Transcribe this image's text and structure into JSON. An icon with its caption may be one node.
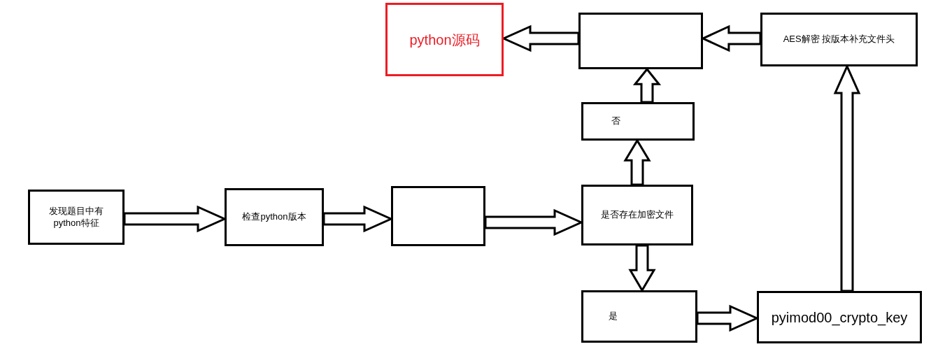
{
  "diagram": {
    "nodes": [
      {
        "text": [
          "发现题目中有python特征"
        ]
      },
      {
        "text": [
          "检查python版本"
        ]
      },
      {
        "text": [],
        "shape": "box"
      },
      {
        "text": [
          "是否存在加密文件"
        ]
      },
      {
        "text": [
          "否"
        ]
      },
      {
        "text": [],
        "shape": "box"
      },
      {
        "text": [
          "python源码"
        ]
      },
      {
        "text": [
          "是"
        ]
      },
      {
        "text": [
          "pyimod00_crypto_key"
        ]
      },
      {
        "text": [
          "AES解密 按版本补充文件头"
        ]
      }
    ],
    "edges": [
      {
        "from": 0,
        "to": 1,
        "arrow": "to"
      },
      {
        "from": 1,
        "to": 2,
        "arrow": "to"
      },
      {
        "from": 2,
        "to": 3,
        "arrow": "to"
      },
      {
        "from": 3,
        "to": 4,
        "arrow": "to"
      },
      {
        "from": 4,
        "to": 5,
        "arrow": "to"
      },
      {
        "from": 3,
        "to": 7,
        "arrow": "to"
      },
      {
        "from": 7,
        "to": 8,
        "arrow": "to"
      },
      {
        "from": 8,
        "to": 9,
        "arrow": "to"
      },
      {
        "from": 9,
        "to": 5,
        "arrow": "to"
      },
      {
        "from": 5,
        "to": 6,
        "arrow": "to"
      }
    ]
  }
}
